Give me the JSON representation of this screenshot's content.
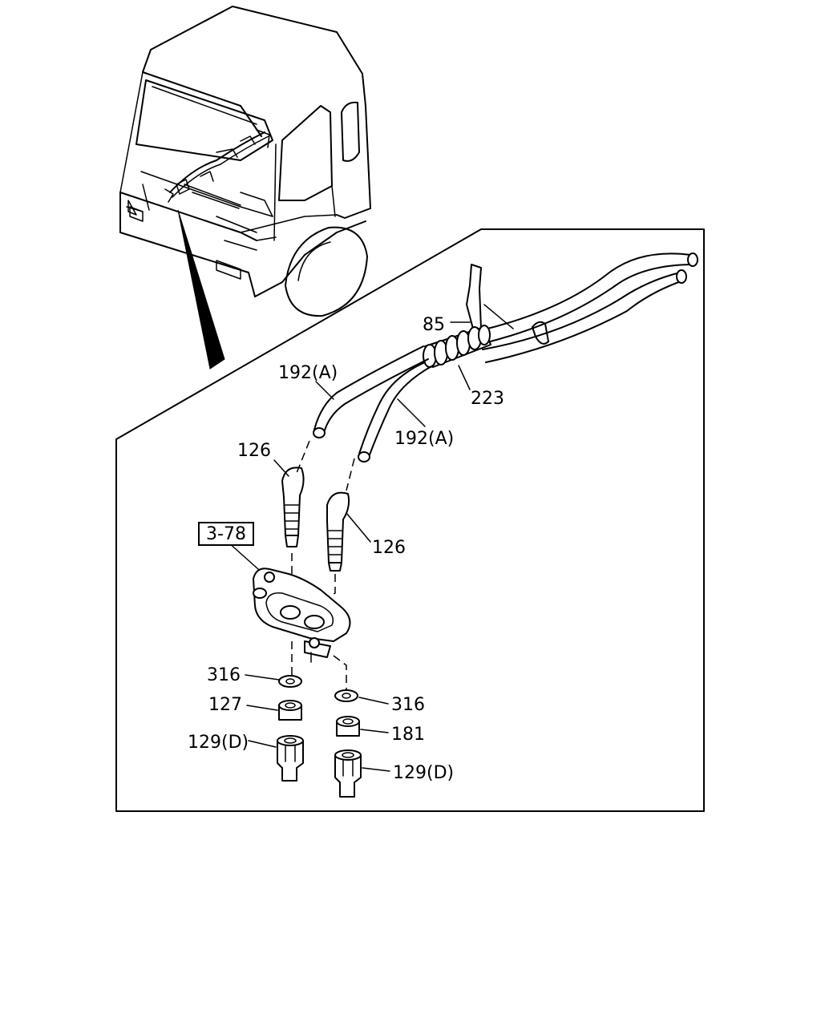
{
  "callouts": {
    "ref_box": "3-78",
    "c85": "85",
    "c192a_upper": "192(A)",
    "c192a_lower": "192(A)",
    "c223": "223",
    "c126_left": "126",
    "c126_right": "126",
    "c316_left": "316",
    "c316_right": "316",
    "c127": "127",
    "c181": "181",
    "c129d_left": "129(D)",
    "c129d_right": "129(D)"
  }
}
